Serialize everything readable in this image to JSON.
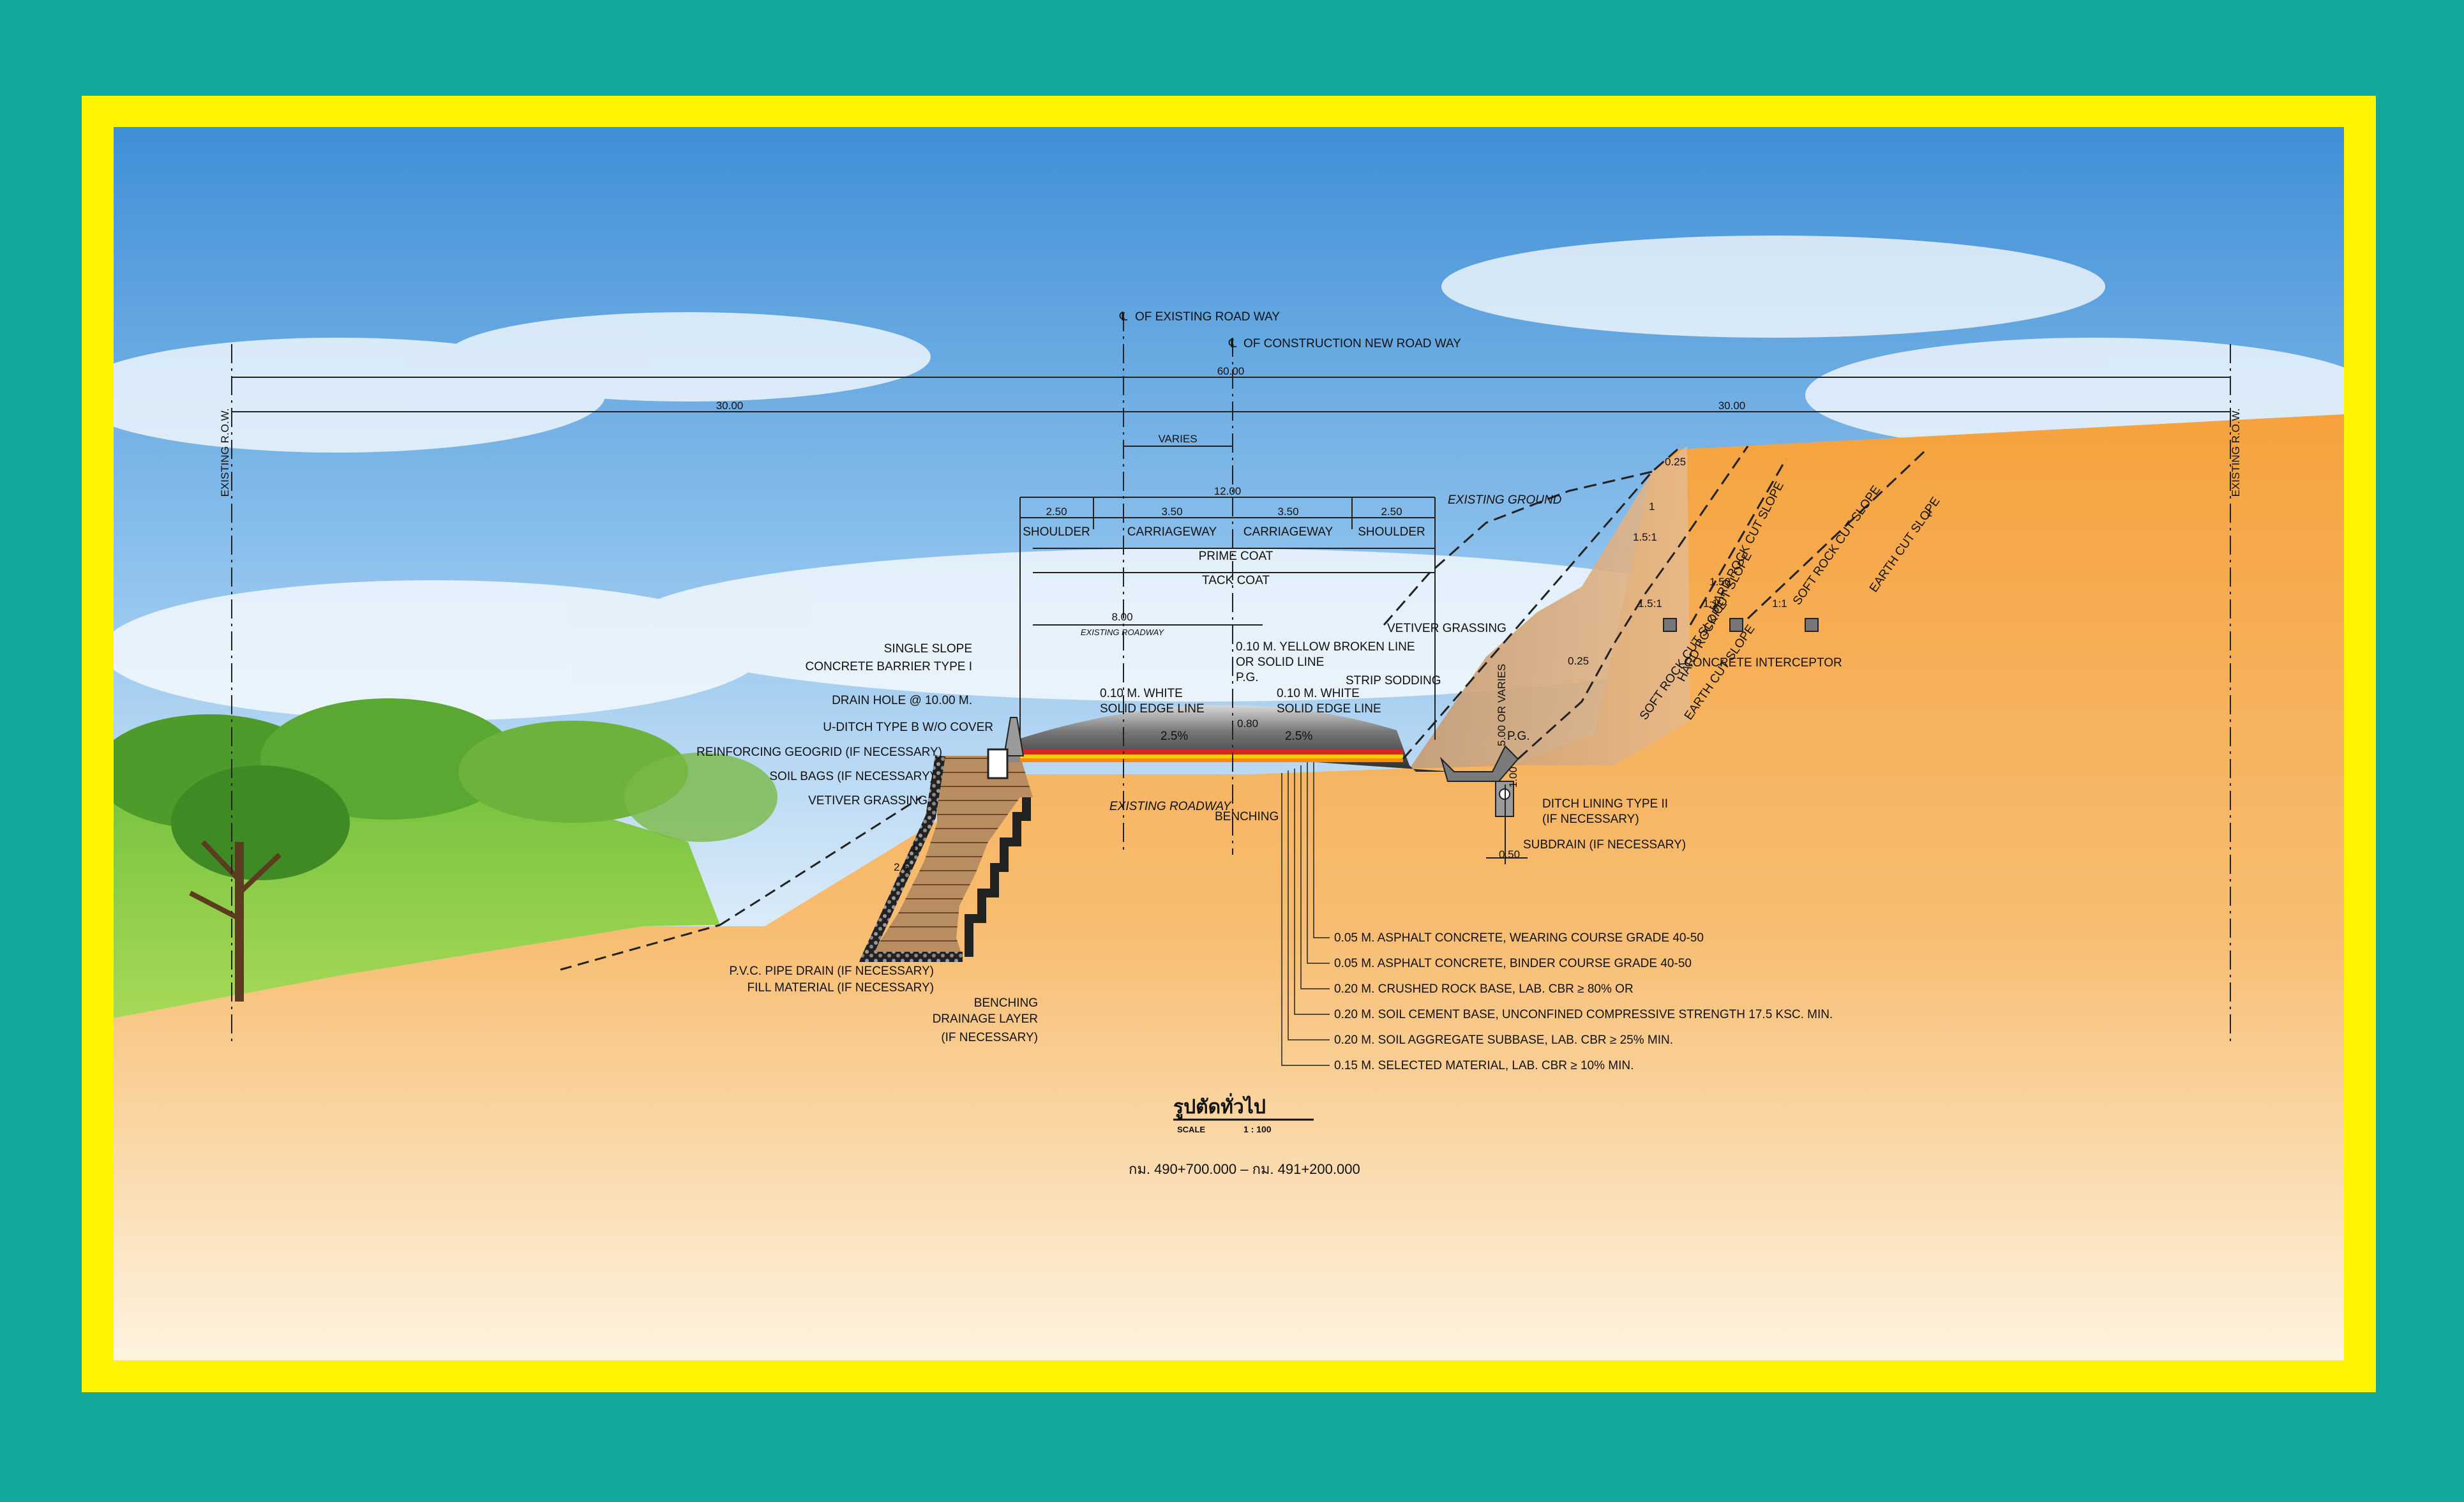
{
  "colors": {
    "background": "#13a89c",
    "frame": "#fff500",
    "sky_top": "#3f8fd6",
    "ground": "#f5a84a",
    "asphalt": "#3a3a3a"
  },
  "centerlines": {
    "existing": "OF EXISTING ROAD WAY",
    "construction": "OF CONSTRUCTION NEW ROAD WAY",
    "cl_symbol": "℄"
  },
  "row": {
    "left": "EXISTING R.O.W.",
    "right": "EXISTING R.O.W."
  },
  "dims": {
    "total": "60.00",
    "left_half": "30.00",
    "right_half": "30.00",
    "varies": "VARIES",
    "roadway_width": "12.00",
    "shoulder_l": "2.50",
    "carriage_l": "3.50",
    "carriage_r": "3.50",
    "shoulder_r": "2.50",
    "existing_roadway_width": "8.00",
    "existing_roadway": "EXISTING ROADWAY",
    "slope_l": "2.5%",
    "slope_r": "2.5%",
    "offset": "0.80",
    "ditch_w": "0.50",
    "cut_h": "5.00 OR VARIES",
    "berm_w": "1.50",
    "top_h": "0.25",
    "mid_h": "0.25",
    "ratio_15": "1.5:1",
    "ratio_1": "1:1",
    "fill_ratio": "2.5",
    "ditch_h": "1.00",
    "num1": "1"
  },
  "sections": {
    "shoulder": "SHOULDER",
    "carriageway": "CARRIAGEWAY",
    "prime_coat": "PRIME COAT",
    "tack_coat": "TACK COAT"
  },
  "labels_left": {
    "single_slope": "SINGLE SLOPE",
    "barrier": "CONCRETE BARRIER TYPE I",
    "drain_hole": "DRAIN HOLE @ 10.00 M.",
    "u_ditch": "U-DITCH TYPE B W/O COVER",
    "geogrid": "REINFORCING GEOGRID (IF NECESSARY)",
    "soil_bags": "SOIL BAGS (IF NECESSARY)",
    "vetiver": "VETIVER GRASSING",
    "pvc": "P.V.C. PIPE DRAIN (IF NECESSARY)",
    "fill": "FILL MATERIAL (IF NECESSARY)",
    "benching": "BENCHING",
    "drainage": "DRAINAGE LAYER",
    "drainage2": "(IF NECESSARY)"
  },
  "labels_center": {
    "white_l1": "0.10 M. WHITE",
    "white_l2": "SOLID EDGE LINE",
    "yellow1": "0.10 M. YELLOW BROKEN LINE",
    "yellow2": "OR SOLID LINE",
    "pg": "P.G.",
    "white_r1": "0.10 M. WHITE",
    "white_r2": "SOLID EDGE LINE",
    "benching": "BENCHING"
  },
  "labels_right": {
    "existing_ground": "EXISTING GROUND",
    "vetiver": "VETIVER GRASSING",
    "strip": "STRIP SODDING",
    "pg": "P.G.",
    "ditch1": "DITCH LINING TYPE II",
    "ditch2": "(IF NECESSARY)",
    "subdrain": "SUBDRAIN (IF NECESSARY)",
    "interceptor": "CONCRETE INTERCEPTOR",
    "hard_rock": "HARD ROCK CUT SLOPE",
    "soft_rock": "SOFT ROCK CUT SLOPE",
    "earth": "EARTH CUT SLOPE"
  },
  "layers": [
    "0.05 M. ASPHALT CONCRETE, WEARING COURSE GRADE 40-50",
    "0.05 M. ASPHALT CONCRETE, BINDER COURSE GRADE 40-50",
    "0.20 M. CRUSHED ROCK BASE, LAB. CBR ≥ 80% OR",
    "0.20 M. SOIL CEMENT BASE, UNCONFINED COMPRESSIVE STRENGTH 17.5 KSC. MIN.",
    "0.20 M. SOIL AGGREGATE SUBBASE, LAB. CBR ≥ 25% MIN.",
    "0.15 M. SELECTED MATERIAL, LAB. CBR ≥ 10% MIN."
  ],
  "caption": {
    "title": "รูปตัดทั่วไป",
    "scale_label": "SCALE",
    "scale_value": "1 : 100",
    "station": "กม. 490+700.000 – กม. 491+200.000"
  }
}
